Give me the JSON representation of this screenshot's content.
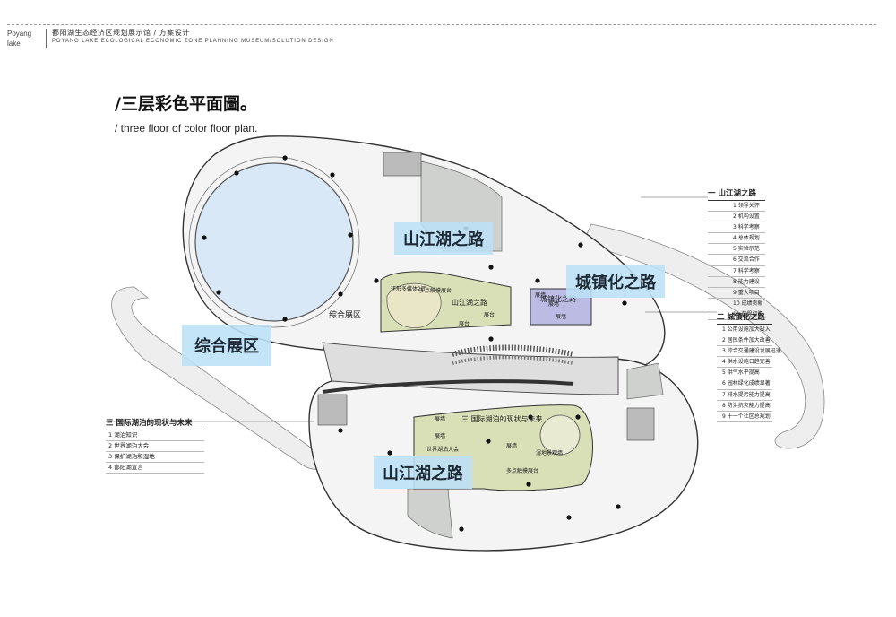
{
  "header": {
    "brand_line1": "Poyang",
    "brand_line2": "lake",
    "project_cn": "鄱阳湖生态经济区规划展示馆 / 方案设计",
    "project_en": "POYANG LAKE ECOLOGICAL ECONOMIC ZONE PLANNING MUSEUM/SOLUTION DESIGN"
  },
  "title": {
    "cn": "/三层彩色平面圖。",
    "en": "/ three floor of color floor plan."
  },
  "callouts": {
    "shanjiang_upper": "山江湖之路",
    "chengzhen": "城镇化之路",
    "zonghe": "综合展区",
    "shanjiang_lower": "山江湖之路"
  },
  "plan_labels": {
    "zonghe_area": "综合展区",
    "shanjiang_road_small": "山江湖之路",
    "chengzhen_small": "城镇化之路",
    "lake_status_small": "三  国际湖泊的现状与未来",
    "display_a": "展台",
    "display_b": "展台",
    "display_c": "展墙",
    "display_d": "展墙",
    "display_e": "展墙",
    "display_f": "展墙",
    "multipoint_a": "多点触摸展台",
    "multipoint_b": "多点触摸展台",
    "world_lake": "世界湖泊大会",
    "wetland": "湿地景观墙",
    "display_g": "展墙",
    "cinema": "环形多媒体2厅",
    "display_h": "展墙"
  },
  "legend_right_1": {
    "heading": "一  山江湖之路",
    "items": [
      "1 领导关怀",
      "2 机构设置",
      "3 科学考察",
      "4 总体规划",
      "5 实验示范",
      "6 交流合作",
      "7 科学考察",
      "8 能力建设",
      "9 重大项目",
      "10 成绩贡献",
      "11 前程初瞻"
    ]
  },
  "legend_right_2": {
    "heading": "二  城镇化之路",
    "items": [
      "1 公用设施加大投入",
      "2 居民条件加大改善",
      "3 综合交通建设发展迅速",
      "4 供水设施日趋完善",
      "5 供气水平提高",
      "6 园林绿化成绩显著",
      "7 排水提污能力提高",
      "8 防洪抗灾能力提高",
      "9 十一个社区总规划"
    ]
  },
  "legend_left": {
    "heading": "三  国际湖泊的现状与未来",
    "items": [
      "1 湖泊知识",
      "2 世界湖泊大会",
      "3 保护湖泊和湿地",
      "4 鄱阳湖宣言"
    ]
  },
  "colors": {
    "building_line": "#333333",
    "building_fill": "#f4f4f4",
    "corridor": "#dedede",
    "pond": "#d8e8f6",
    "green_zone": "#d9dfb6",
    "grey_zone": "#cfd1cf",
    "purple_zone": "#bcbbe3",
    "callout_bg": "#bce0f7"
  }
}
